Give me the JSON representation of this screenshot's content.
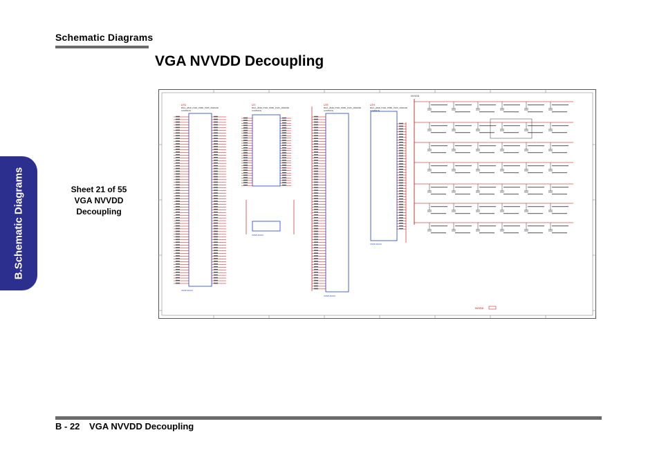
{
  "header": {
    "section": "Schematic  Diagrams",
    "title": "VGA NVVDD Decoupling"
  },
  "side_tab": {
    "label": "B.Schematic Diagrams"
  },
  "sheet": {
    "line1": "Sheet 21 of 55",
    "line2": "VGA NVVDD",
    "line3": "Decoupling"
  },
  "schematic": {
    "rail_label": "NVVDD",
    "bottom_label": "NVVDD",
    "chips": [
      {
        "ref": "U7D",
        "part": "BGA_2848_P300_P885_P105_2820290",
        "note": "COMMON",
        "bottom_ref": "VSSP-DAX2"
      },
      {
        "ref": "U7I",
        "part": "BGA_2848_P300_P885_P105_2820290",
        "note": "COMMON",
        "bottom_ref": "VSSP-DAX2"
      },
      {
        "ref": "U7E",
        "part": "BGA_2848_P300_P885_P105_2820290",
        "note": "COMMON",
        "bottom_ref": "VSSP-DAX2"
      },
      {
        "ref": "U7H",
        "part": "BGA_2848_P300_P885_P105_2820290",
        "note": "COMMON",
        "bottom_ref": "VSSP-DAX2"
      }
    ]
  },
  "footer": {
    "page": "B - 22",
    "title": "VGA NVVDD Decoupling"
  }
}
